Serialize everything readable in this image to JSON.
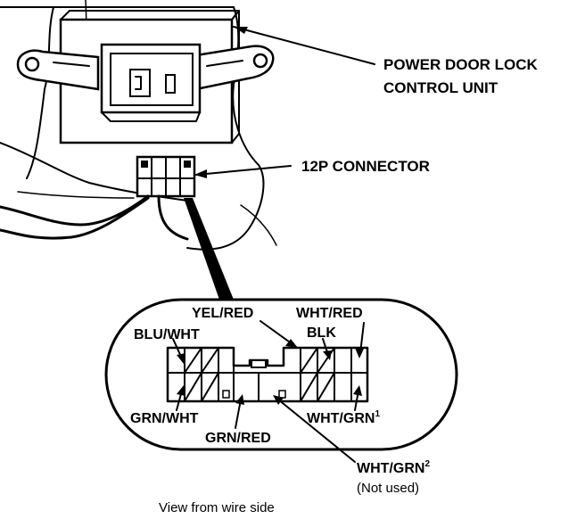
{
  "callouts": {
    "unit_line1": "POWER DOOR LOCK",
    "unit_line2": "CONTROL UNIT",
    "connector": "12P CONNECTOR"
  },
  "terminals": {
    "yel_red": "YEL/RED",
    "wht_red": "WHT/RED",
    "blu_wht": "BLU/WHT",
    "blk": "BLK",
    "grn_wht": "GRN/WHT",
    "grn_red": "GRN/RED",
    "wht_grn1": "WHT/GRN",
    "wht_grn1_sup": "1",
    "wht_grn2": "WHT/GRN",
    "wht_grn2_sup": "2",
    "not_used": "(Not used)"
  },
  "caption": "View from wire side"
}
